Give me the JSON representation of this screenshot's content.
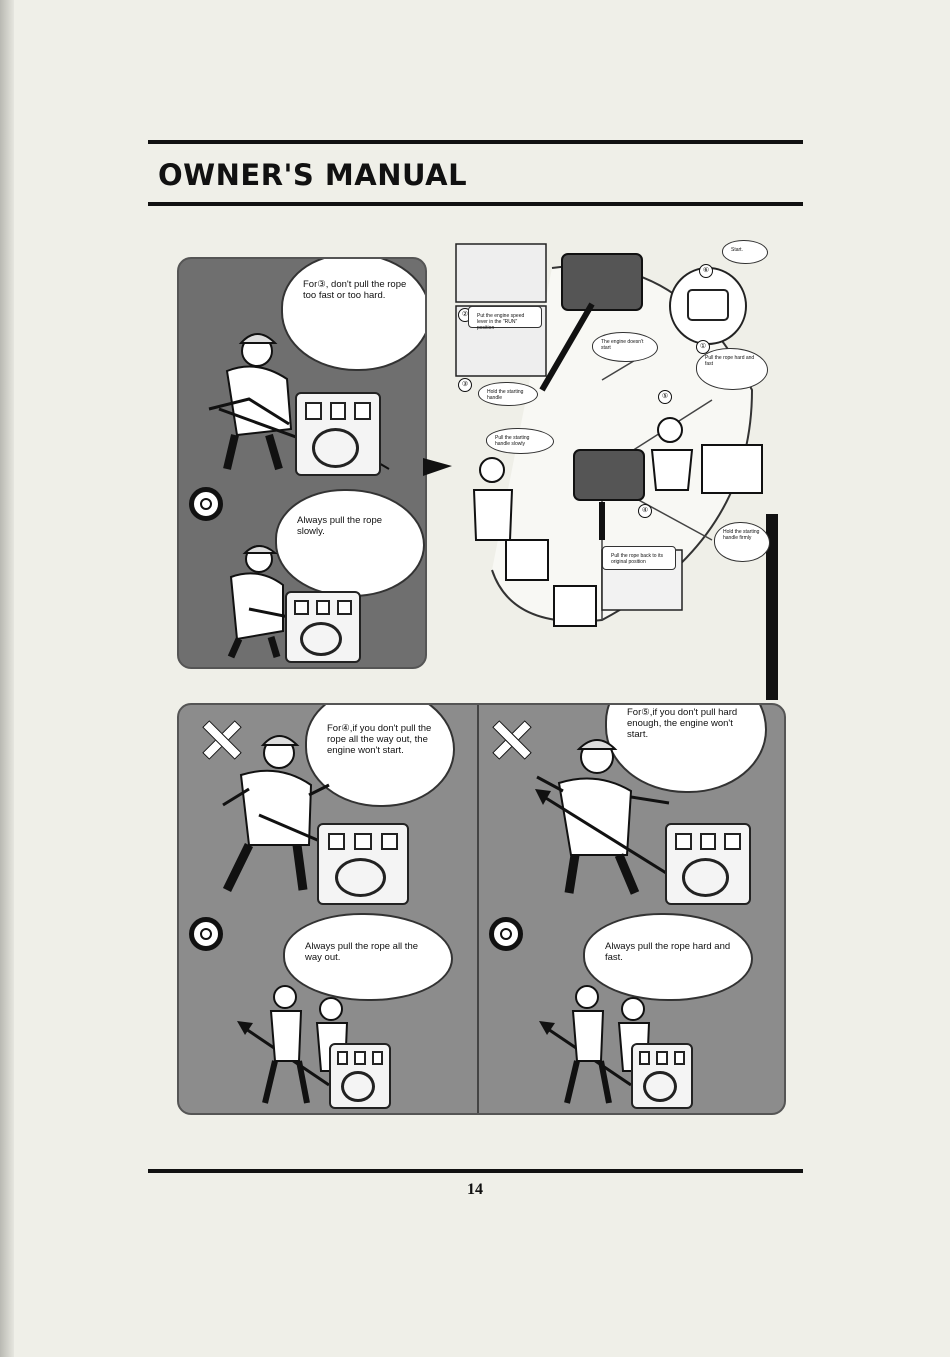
{
  "header": {
    "title": "OWNER'S MANUAL"
  },
  "footer": {
    "page_number": "14"
  },
  "top_left": {
    "bubble_wrong": "For③, don't pull the rope too fast or too hard.",
    "bubble_right": "Always pull the rope slowly."
  },
  "diagram": {
    "step_labels": [
      "①",
      "②",
      "③",
      "④",
      "⑤",
      "⑥"
    ],
    "notes": [
      "Start.",
      "Put the engine speed lever in the \"RUN\" position",
      "The engine doesn't start",
      "Hold the starting handle",
      "Pull the starting handle slowly",
      "Pull the rope hard and fast",
      "Pull the rope back to its original position",
      "Hold the starting handle firmly"
    ]
  },
  "bottom_left": {
    "bubble_wrong": "For④,if you don't pull the rope all the way out, the engine won't start.",
    "bubble_right": "Always pull the rope all the way out."
  },
  "bottom_right": {
    "bubble_wrong": "For⑤,if you don't pull hard enough, the engine won't start.",
    "bubble_right": "Always pull the rope hard and fast."
  }
}
